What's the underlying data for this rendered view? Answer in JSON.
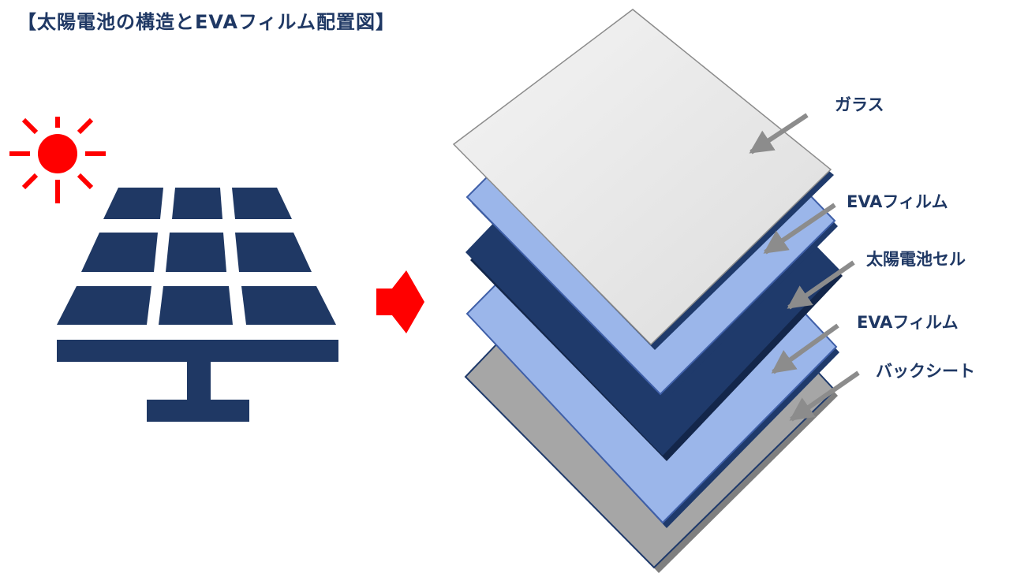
{
  "title": "【太陽電池の構造とEVAフィルム配置図】",
  "layers": [
    {
      "label": "ガラス",
      "color": "#e6e6e6"
    },
    {
      "label": "EVAフィルム",
      "color": "#9bb6ea"
    },
    {
      "label": "太陽電池セル",
      "color": "#1f3a6b"
    },
    {
      "label": "EVAフィルム",
      "color": "#9bb6ea"
    },
    {
      "label": "バックシート",
      "color": "#a6a6a6"
    }
  ],
  "colors": {
    "panel": "#1f3864",
    "sun": "#ff0000",
    "arrow": "#ff0000",
    "pointer": "#8c8c8c"
  },
  "icons": {
    "sun": "sun-icon",
    "panel": "solar-panel-icon",
    "arrow": "right-arrow-icon"
  }
}
